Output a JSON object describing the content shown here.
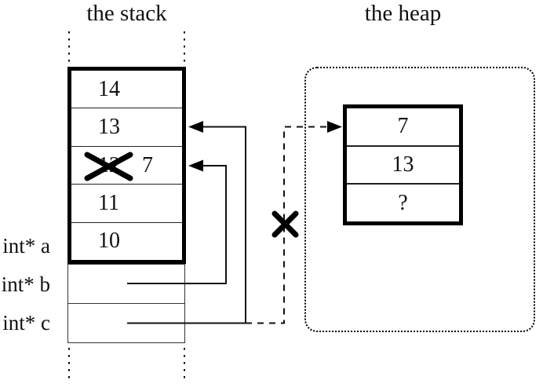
{
  "titles": {
    "stack": "the stack",
    "heap": "the heap"
  },
  "stack": {
    "rows": [
      {
        "value": "14"
      },
      {
        "value": "13"
      },
      {
        "value": "12",
        "crossed_out": true,
        "new_value": "7"
      },
      {
        "value": "11"
      },
      {
        "value": "10"
      }
    ],
    "pointer_slots": [
      {
        "label": "int* a"
      },
      {
        "label": "int* b"
      },
      {
        "label": "int* c"
      }
    ]
  },
  "heap": {
    "cells": [
      "7",
      "13",
      "?"
    ]
  },
  "colors": {
    "ink": "#111111",
    "background": "#ffffff"
  }
}
